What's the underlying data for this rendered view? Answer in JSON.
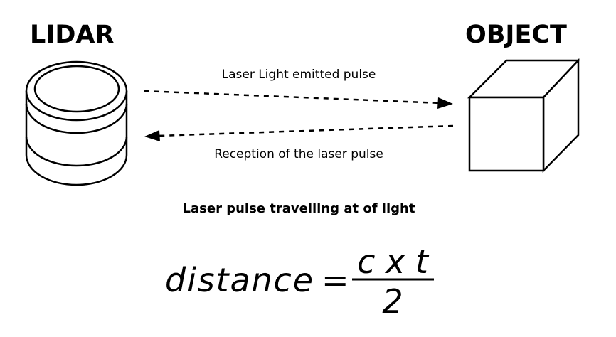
{
  "lidar_title": "LIDAR",
  "object_title": "OBJECT",
  "emitted_label": "Laser Light emitted pulse",
  "reception_label": "Reception of the laser pulse",
  "caption": "Laser pulse travelling at of light",
  "formula": {
    "lhs": "distance",
    "equals": "=",
    "numerator": "c x t",
    "denominator": "2"
  },
  "colors": {
    "ink": "#000000",
    "background": "#ffffff"
  }
}
